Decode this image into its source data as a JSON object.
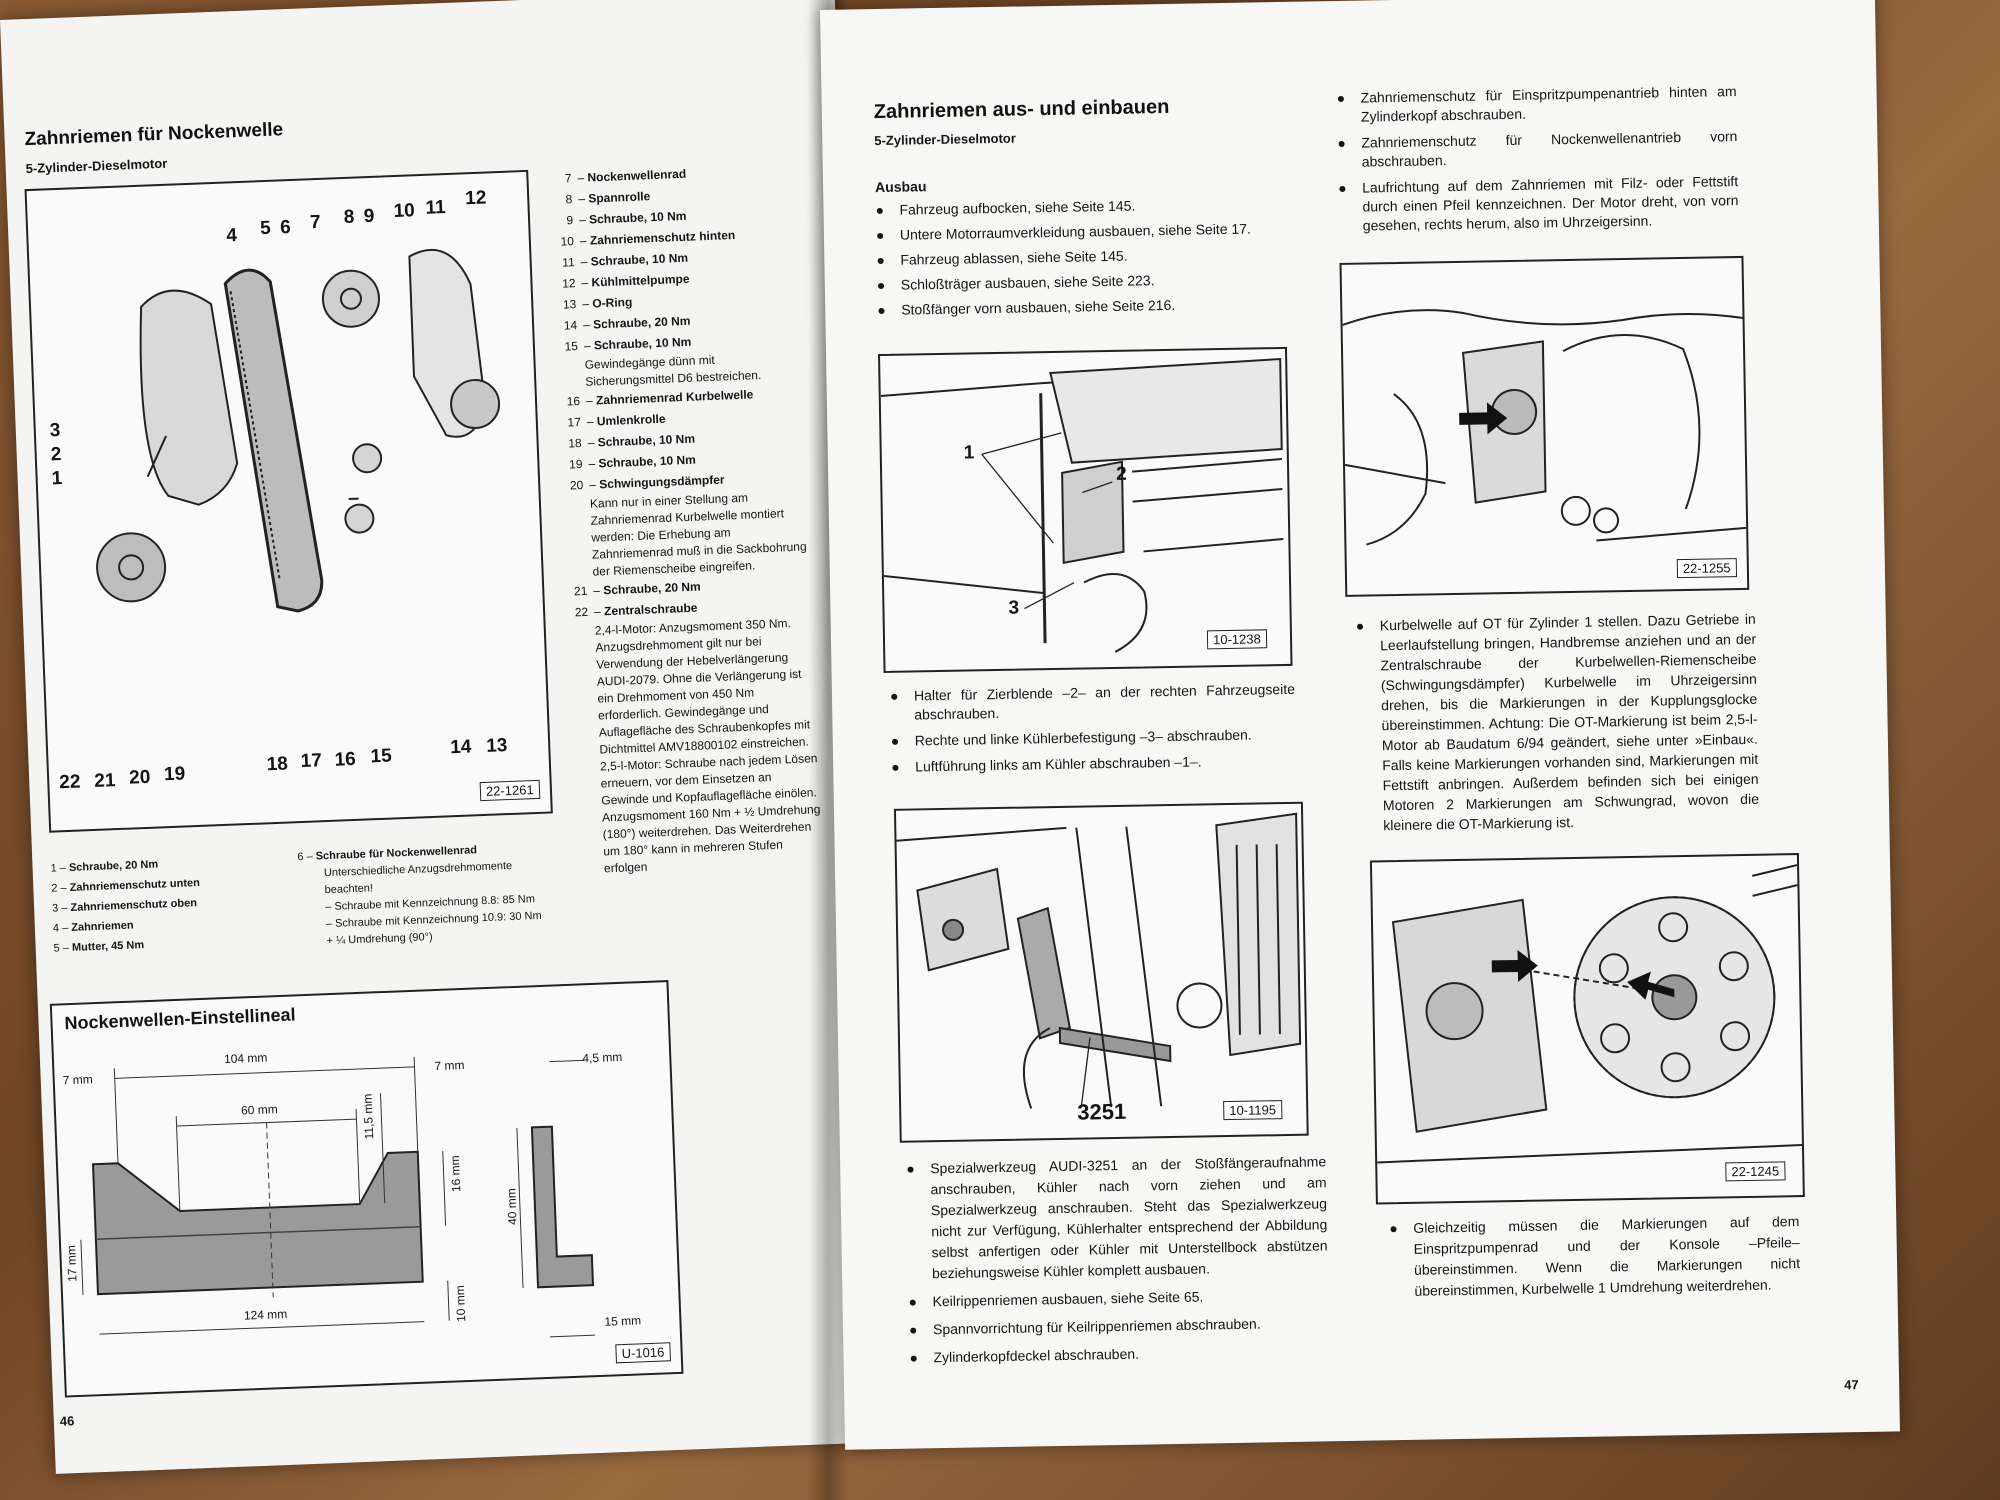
{
  "left": {
    "title": "Zahnriemen für Nockenwelle",
    "subtitle": "5-Zylinder-Dieselmotor",
    "figure_no": "22-1261",
    "callouts_top": [
      "4",
      "5",
      "6",
      "7",
      "8",
      "9",
      "10",
      "11",
      "12"
    ],
    "callouts_left": [
      "3",
      "2",
      "1"
    ],
    "callouts_bottom": [
      "22",
      "21",
      "20",
      "19",
      "18",
      "17",
      "16",
      "15",
      "14",
      "13"
    ],
    "parts_right": [
      {
        "n": "7",
        "t": "Nockenwellenrad"
      },
      {
        "n": "8",
        "t": "Spannrolle"
      },
      {
        "n": "9",
        "t": "Schraube, 10 Nm"
      },
      {
        "n": "10",
        "t": "Zahnriemenschutz hinten"
      },
      {
        "n": "11",
        "t": "Schraube, 10 Nm"
      },
      {
        "n": "12",
        "t": "Kühlmittelpumpe"
      },
      {
        "n": "13",
        "t": "O-Ring"
      },
      {
        "n": "14",
        "t": "Schraube, 20 Nm"
      },
      {
        "n": "15",
        "t": "Schraube, 10 Nm"
      }
    ],
    "p15_desc": "Gewindegänge dünn mit Sicherungsmittel D6 bestreichen.",
    "parts_right2": [
      {
        "n": "16",
        "t": "Zahnriemenrad Kurbelwelle"
      },
      {
        "n": "17",
        "t": "Umlenkrolle"
      },
      {
        "n": "18",
        "t": "Schraube, 10 Nm"
      },
      {
        "n": "19",
        "t": "Schraube, 10 Nm"
      },
      {
        "n": "20",
        "t": "Schwingungsdämpfer"
      }
    ],
    "p20_desc": "Kann nur in einer Stellung am Zahnriemenrad Kurbelwelle montiert werden: Die Erhebung am Zahnriemenrad muß in die Sackbohrung der Riemenscheibe eingreifen.",
    "p21": {
      "n": "21",
      "t": "Schraube, 20 Nm"
    },
    "p22": {
      "n": "22",
      "t": "Zentralschraube"
    },
    "p22_desc_a": "2,4-l-Motor: Anzugsmoment 350 Nm. Anzugsdrehmoment gilt nur bei Verwendung der Hebelverlängerung AUDI-2079. Ohne die Verlängerung ist ein Drehmoment von 450 Nm erforderlich. Gewindegänge und Auflagefläche des Schraubenkopfes mit Dichtmittel AMV18800102 einstreichen.",
    "p22_desc_b": "2,5-l-Motor: Schraube nach jedem Lösen erneuern, vor dem Einsetzen an Gewinde und Kopfauflagefläche einölen. Anzugsmoment 160 Nm + ½ Umdrehung (180°) weiterdrehen. Das Weiterdrehen um 180° kann in mehreren Stufen erfolgen",
    "parts_left": [
      {
        "n": "1",
        "t": "Schraube, 20 Nm"
      },
      {
        "n": "2",
        "t": "Zahnriemenschutz unten"
      },
      {
        "n": "3",
        "t": "Zahnriemenschutz oben"
      },
      {
        "n": "4",
        "t": "Zahnriemen"
      },
      {
        "n": "5",
        "t": "Mutter, 45 Nm"
      }
    ],
    "p6": {
      "n": "6",
      "t": "Schraube für Nockenwellenrad"
    },
    "p6_desc1": "Unterschiedliche Anzugsdrehmomente beachten!",
    "p6_desc2": "– Schraube mit Kennzeichnung 8.8: 85 Nm",
    "p6_desc3": "– Schraube mit Kennzeichnung 10.9: 30 Nm + ¼ Umdrehung (90°)",
    "ruler_title": "Nockenwellen-Einstellineal",
    "ruler_dims": {
      "a": "104 mm",
      "b": "7 mm",
      "c": "7 mm",
      "d": "4,5 mm",
      "e": "60 mm",
      "f": "11,5 mm",
      "g": "16 mm",
      "h": "17 mm",
      "i": "40 mm",
      "j": "124 mm",
      "k": "10 mm",
      "l": "15 mm"
    },
    "ruler_figno": "U-1016",
    "page_number": "46"
  },
  "right": {
    "title": "Zahnriemen aus- und einbauen",
    "subtitle": "5-Zylinder-Dieselmotor",
    "section": "Ausbau",
    "steps_a": [
      "Fahrzeug aufbocken, siehe Seite 145.",
      "Untere Motorraumverkleidung ausbauen, siehe Seite 17.",
      "Fahrzeug ablassen, siehe Seite 145.",
      "Schloßträger ausbauen, siehe Seite 223.",
      "Stoßfänger vorn ausbauen, siehe Seite 216."
    ],
    "fig1_no": "10-1238",
    "fig1_callouts": [
      "1",
      "2",
      "3"
    ],
    "steps_b": [
      "Halter für Zierblende –2– an der rechten Fahrzeugseite abschrauben.",
      "Rechte und linke Kühlerbefestigung –3– abschrauben.",
      "Luftführung links am Kühler abschrauben –1–."
    ],
    "fig2_no": "10-1195",
    "fig2_tool": "3251",
    "steps_c": [
      "Spezialwerkzeug AUDI-3251 an der Stoßfängeraufnahme anschrauben, Kühler nach vorn ziehen und am Spezialwerkzeug anschrauben. Steht das Spezialwerkzeug nicht zur Verfügung, Kühlerhalter entsprechend der Abbildung selbst anfertigen oder Kühler mit Unterstellbock abstützen beziehungsweise Kühler komplett ausbauen.",
      "Keilrippenriemen ausbauen, siehe Seite 65.",
      "Spannvorrichtung für Keilrippenriemen abschrauben.",
      "Zylinderkopfdeckel abschrauben."
    ],
    "steps_d": [
      "Zahnriemenschutz für Einspritzpumpenantrieb hinten am Zylinderkopf abschrauben.",
      "Zahnriemenschutz für Nockenwellenantrieb vorn abschrauben.",
      "Laufrichtung auf dem Zahnriemen mit Filz- oder Fettstift durch einen Pfeil kennzeichnen. Der Motor dreht, von vorn gesehen, rechts herum, also im Uhrzeigersinn."
    ],
    "fig3_no": "22-1255",
    "step_e": "Kurbelwelle auf OT für Zylinder 1 stellen. Dazu Getriebe in Leerlaufstellung bringen, Handbremse anziehen und an der Zentralschraube der Kurbelwellen-Riemenscheibe (Schwingungsdämpfer) Kurbelwelle im Uhrzeigersinn drehen, bis die Markierungen in der Kupplungsglocke übereinstimmen. Achtung: Die OT-Markierung ist beim 2,5-l-Motor ab Baudatum 6/94 geändert, siehe unter »Einbau«. Falls keine Markierungen vorhanden sind, Markierungen mit Fettstift anbringen. Außerdem befinden sich bei einigen Motoren 2 Markierungen am Schwungrad, wovon die kleinere die OT-Markierung ist.",
    "fig4_no": "22-1245",
    "step_f": "Gleichzeitig müssen die Markierungen auf dem Einspritzpumpenrad und der Konsole –Pfeile– übereinstimmen. Wenn die Markierungen nicht übereinstimmen, Kurbelwelle 1 Umdrehung weiterdrehen.",
    "page_number": "47"
  }
}
